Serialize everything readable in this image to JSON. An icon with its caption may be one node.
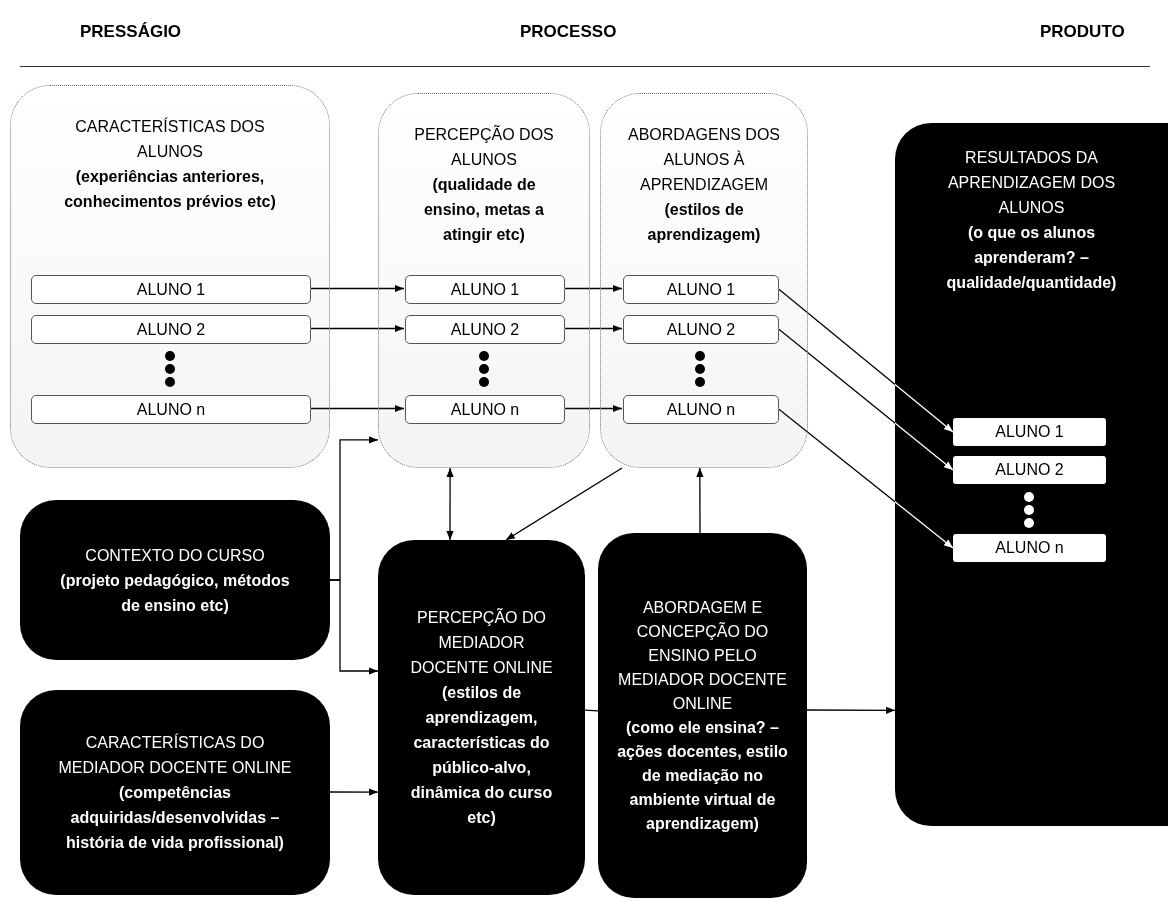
{
  "diagram": {
    "nodes": [
      {
        "text": [
          "CARACTERÍSTICAS DOS ALUNOS",
          "(experiências anteriores, conhecimentos prévios etc)"
        ]
      },
      {
        "text": [
          "ALUNO 1"
        ],
        "in": 0
      },
      {
        "text": [
          "ALUNO 2"
        ],
        "in": 0
      },
      {
        "text": [
          "ALUNO n"
        ],
        "in": 0
      },
      {
        "text": [
          "PERCEPÇÃO DOS ALUNOS",
          "(qualidade de ensino, metas a atingir etc)"
        ]
      },
      {
        "text": [
          "ALUNO 1"
        ],
        "in": 4
      },
      {
        "text": [
          "ALUNO 2"
        ],
        "in": 4
      },
      {
        "text": [
          "ALUNO n"
        ],
        "in": 4
      },
      {
        "text": [
          "ABORDAGENS DOS ALUNOS À APRENDIZAGEM",
          "(estilos de aprendizagem)"
        ]
      },
      {
        "text": [
          "ALUNO 1"
        ],
        "in": 8
      },
      {
        "text": [
          "ALUNO 2"
        ],
        "in": 8
      },
      {
        "text": [
          "ALUNO n"
        ],
        "in": 8
      },
      {
        "text": [
          "RESULTADOS DA APRENDIZAGEM DOS ALUNOS",
          "(o que os alunos aprenderam? – qualidade/quantidade)"
        ]
      },
      {
        "text": [
          "ALUNO 1"
        ],
        "in": 12
      },
      {
        "text": [
          "ALUNO 2"
        ],
        "in": 12
      },
      {
        "text": [
          "ALUNO n"
        ],
        "in": 12
      },
      {
        "text": [
          "CONTEXTO DO CURSO",
          "(projeto pedagógico, métodos de ensino etc)"
        ]
      },
      {
        "text": [
          "CARACTERÍSTICAS DO MEDIADOR DOCENTE ONLINE",
          "(competências adquiridas/desenvolvidas – história de vida profissional)"
        ]
      },
      {
        "text": [
          "PERCEPÇÃO DO MEDIADOR DOCENTE ONLINE",
          "(estilos de aprendizagem, características do público-alvo, dinâmica do curso etc)"
        ]
      },
      {
        "text": [
          "ABORDAGEM E CONCEPÇÃO DO ENSINO PELO MEDIADOR DOCENTE ONLINE",
          "(como ele ensina? – ações docentes, estilo de mediação no ambiente virtual de aprendizagem)"
        ]
      }
    ],
    "edges": [
      {
        "from": 1,
        "to": 5,
        "arrow": "to"
      },
      {
        "from": 2,
        "to": 6,
        "arrow": "to"
      },
      {
        "from": 3,
        "to": 7,
        "arrow": "to"
      },
      {
        "from": 5,
        "to": 9,
        "arrow": "to"
      },
      {
        "from": 6,
        "to": 10,
        "arrow": "to"
      },
      {
        "from": 7,
        "to": 11,
        "arrow": "to"
      },
      {
        "from": 9,
        "to": 13,
        "arrow": "to"
      },
      {
        "from": 10,
        "to": 14,
        "arrow": "to"
      },
      {
        "from": 11,
        "to": 15,
        "arrow": "to"
      },
      {
        "from": 16,
        "to": 4,
        "arrow": "to"
      },
      {
        "from": 16,
        "to": 18,
        "arrow": "to"
      },
      {
        "from": 17,
        "to": 18,
        "arrow": "to"
      },
      {
        "from": 18,
        "to": 4,
        "arrow": "both"
      },
      {
        "from": 8,
        "to": 18,
        "arrow": "to"
      },
      {
        "from": 19,
        "to": 8,
        "arrow": "to"
      },
      {
        "from": 18,
        "to": 19,
        "arrow": "none"
      },
      {
        "from": 19,
        "to": 12,
        "arrow": "to"
      }
    ],
    "labels": [
      "PRESSÁGIO",
      "PROCESSO",
      "PRODUTO"
    ]
  }
}
